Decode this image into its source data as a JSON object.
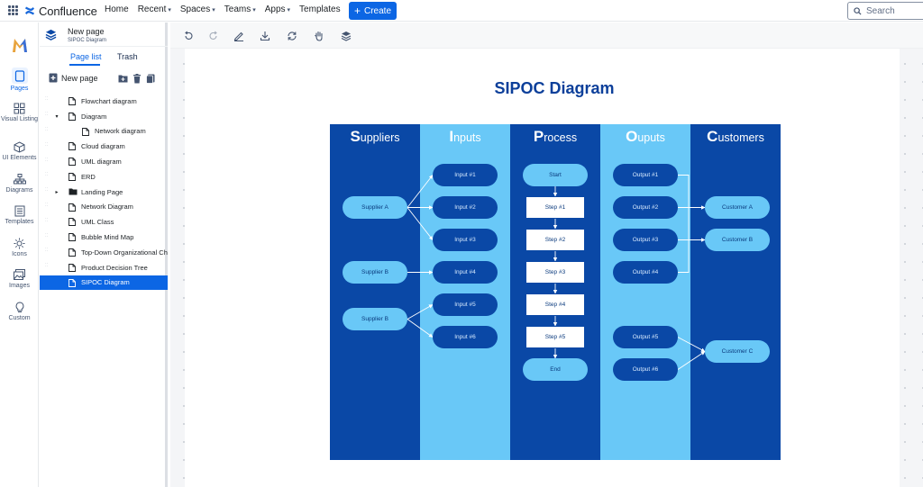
{
  "nav": {
    "brand": "Confluence",
    "items": [
      {
        "label": "Home",
        "chevron": false
      },
      {
        "label": "Recent",
        "chevron": true
      },
      {
        "label": "Spaces",
        "chevron": true
      },
      {
        "label": "Teams",
        "chevron": true
      },
      {
        "label": "Apps",
        "chevron": true
      },
      {
        "label": "Templates",
        "chevron": false
      }
    ],
    "create_label": "Create",
    "search_placeholder": "Search"
  },
  "rail": {
    "items": [
      {
        "label": "Pages",
        "icon": "pages-icon",
        "active": true
      },
      {
        "label": "Visual Listing",
        "icon": "grid-icon"
      },
      {
        "label": "UI Elements",
        "icon": "cube-icon"
      },
      {
        "label": "Diagrams",
        "icon": "diagram-icon"
      },
      {
        "label": "Templates",
        "icon": "template-icon"
      },
      {
        "label": "Icons",
        "icon": "sun-icon"
      },
      {
        "label": "Images",
        "icon": "image-icon"
      },
      {
        "label": "Custom",
        "icon": "lightbulb-icon"
      }
    ]
  },
  "tree": {
    "header_title": "New page",
    "header_subtitle": "SIPOC Diagram",
    "tabs": [
      "Page list",
      "Trash"
    ],
    "new_page_label": "New page",
    "items": [
      {
        "label": "Flowchart diagram",
        "level": 0,
        "type": "page"
      },
      {
        "label": "Diagram",
        "level": 0,
        "type": "page",
        "caret": "down"
      },
      {
        "label": "Network diagram",
        "level": 1,
        "type": "page"
      },
      {
        "label": "Cloud diagram",
        "level": 0,
        "type": "page"
      },
      {
        "label": "UML diagram",
        "level": 0,
        "type": "page"
      },
      {
        "label": "ERD",
        "level": 0,
        "type": "page"
      },
      {
        "label": "Landing Page",
        "level": 0,
        "type": "folder",
        "caret": "right"
      },
      {
        "label": "Network Diagram",
        "level": 0,
        "type": "page"
      },
      {
        "label": "UML Class",
        "level": 0,
        "type": "page"
      },
      {
        "label": "Bubble Mind Map",
        "level": 0,
        "type": "page"
      },
      {
        "label": "Top-Down Organizational Ch",
        "level": 0,
        "type": "page"
      },
      {
        "label": "Product Decision Tree",
        "level": 0,
        "type": "page"
      },
      {
        "label": "SIPOC Diagram",
        "level": 0,
        "type": "page",
        "selected": true
      }
    ]
  },
  "toolbar": {
    "icons": [
      "undo-icon",
      "redo-icon",
      "pen-icon",
      "download-icon",
      "sync-icon",
      "hand-icon",
      "layers-icon"
    ]
  },
  "diagram": {
    "title": "SIPOC Diagram",
    "colors": {
      "dark": "#0a48a6",
      "light": "#69c8f7"
    },
    "columns": [
      {
        "initial": "S",
        "rest": "uppliers"
      },
      {
        "initial": "I",
        "rest": "nputs"
      },
      {
        "initial": "P",
        "rest": "rocess"
      },
      {
        "initial": "O",
        "rest": "uputs"
      },
      {
        "initial": "C",
        "rest": "ustomers"
      }
    ],
    "suppliers": [
      "Supplier A",
      "Supplier B",
      "Supplier B"
    ],
    "inputs": [
      "Input #1",
      "Input #2",
      "Input #3",
      "Input #4",
      "Input #5",
      "Input #6"
    ],
    "process": {
      "start": "Start",
      "steps": [
        "Step #1",
        "Step #2",
        "Step #3",
        "Step #4",
        "Step #5"
      ],
      "end": "End"
    },
    "outputs": [
      "Output #1",
      "Output #2",
      "Output #3",
      "Output #4",
      "Output #5",
      "Output #6"
    ],
    "customers": [
      "Customer A",
      "Customer B",
      "Customer C"
    ]
  }
}
